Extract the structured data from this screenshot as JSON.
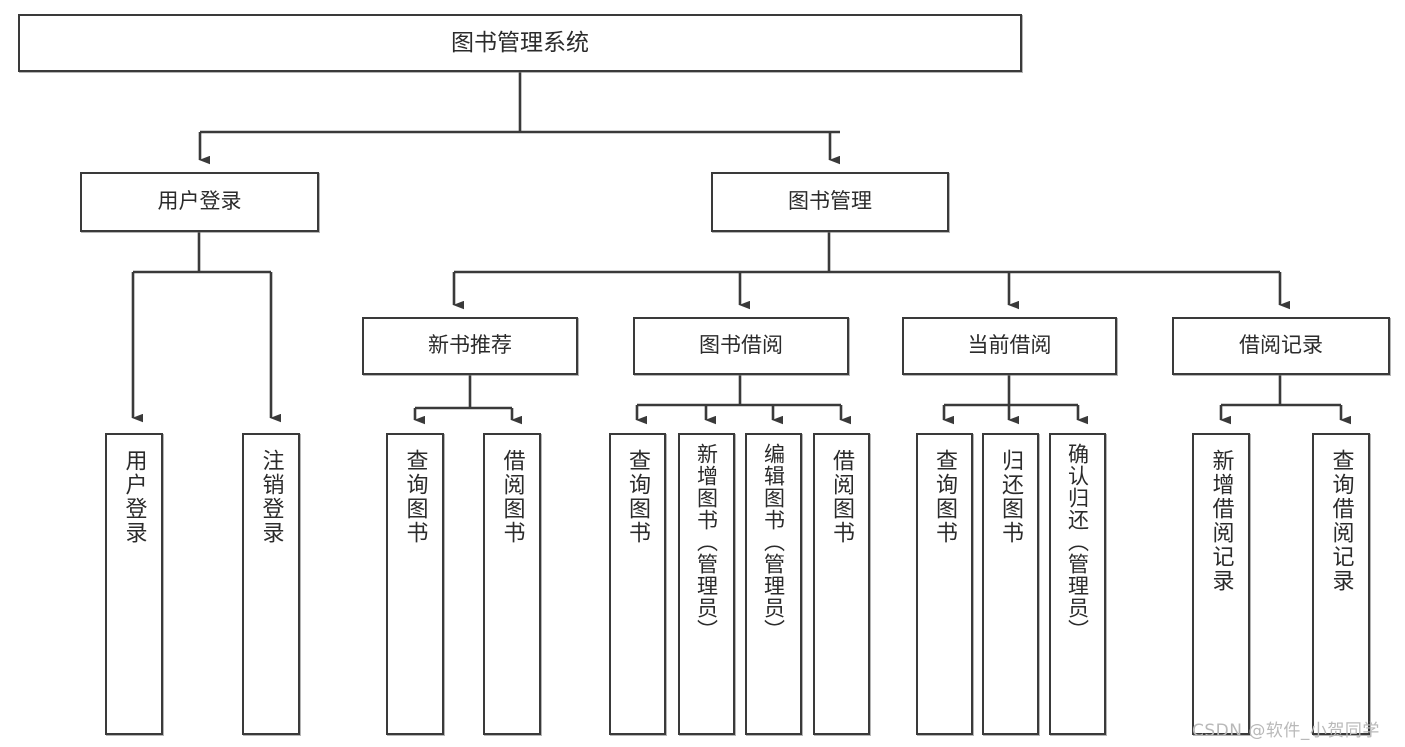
{
  "diagram": {
    "title": "图书管理系统",
    "type": "tree-hierarchy",
    "root": {
      "id": "root",
      "label": "图书管理系统"
    },
    "level1": [
      {
        "id": "user-login",
        "label": "用户登录"
      },
      {
        "id": "book-management",
        "label": "图书管理"
      }
    ],
    "level2": [
      {
        "id": "new-book-recommend",
        "label": "新书推荐",
        "parent": "book-management"
      },
      {
        "id": "book-borrow",
        "label": "图书借阅",
        "parent": "book-management"
      },
      {
        "id": "current-borrow",
        "label": "当前借阅",
        "parent": "book-management"
      },
      {
        "id": "borrow-record",
        "label": "借阅记录",
        "parent": "book-management"
      }
    ],
    "leaves": [
      {
        "id": "leaf-user-login",
        "label": "用户登录",
        "parent": "user-login"
      },
      {
        "id": "leaf-logout-login",
        "label": "注销登录",
        "parent": "user-login"
      },
      {
        "id": "leaf-query-book-1",
        "label": "查询图书",
        "parent": "new-book-recommend"
      },
      {
        "id": "leaf-borrow-book-1",
        "label": "借阅图书",
        "parent": "new-book-recommend"
      },
      {
        "id": "leaf-query-book-2",
        "label": "查询图书",
        "parent": "book-borrow"
      },
      {
        "id": "leaf-add-book",
        "label": "新增图书（管理员）",
        "parent": "book-borrow"
      },
      {
        "id": "leaf-edit-book",
        "label": "编辑图书（管理员）",
        "parent": "book-borrow"
      },
      {
        "id": "leaf-borrow-book-2",
        "label": "借阅图书",
        "parent": "book-borrow"
      },
      {
        "id": "leaf-query-book-3",
        "label": "查询图书",
        "parent": "current-borrow"
      },
      {
        "id": "leaf-return-book",
        "label": "归还图书",
        "parent": "current-borrow"
      },
      {
        "id": "leaf-confirm-return",
        "label": "确认归还（管理员）",
        "parent": "current-borrow"
      },
      {
        "id": "leaf-add-record",
        "label": "新增借阅记录",
        "parent": "borrow-record"
      },
      {
        "id": "leaf-query-record",
        "label": "查询借阅记录",
        "parent": "borrow-record"
      }
    ]
  },
  "watermark": {
    "text": "CSDN @软件_小贺同学"
  },
  "colors": {
    "border": "#3a3a3a",
    "background": "#ffffff",
    "text": "#2b2b2b",
    "watermark": "#b9b9b9"
  }
}
